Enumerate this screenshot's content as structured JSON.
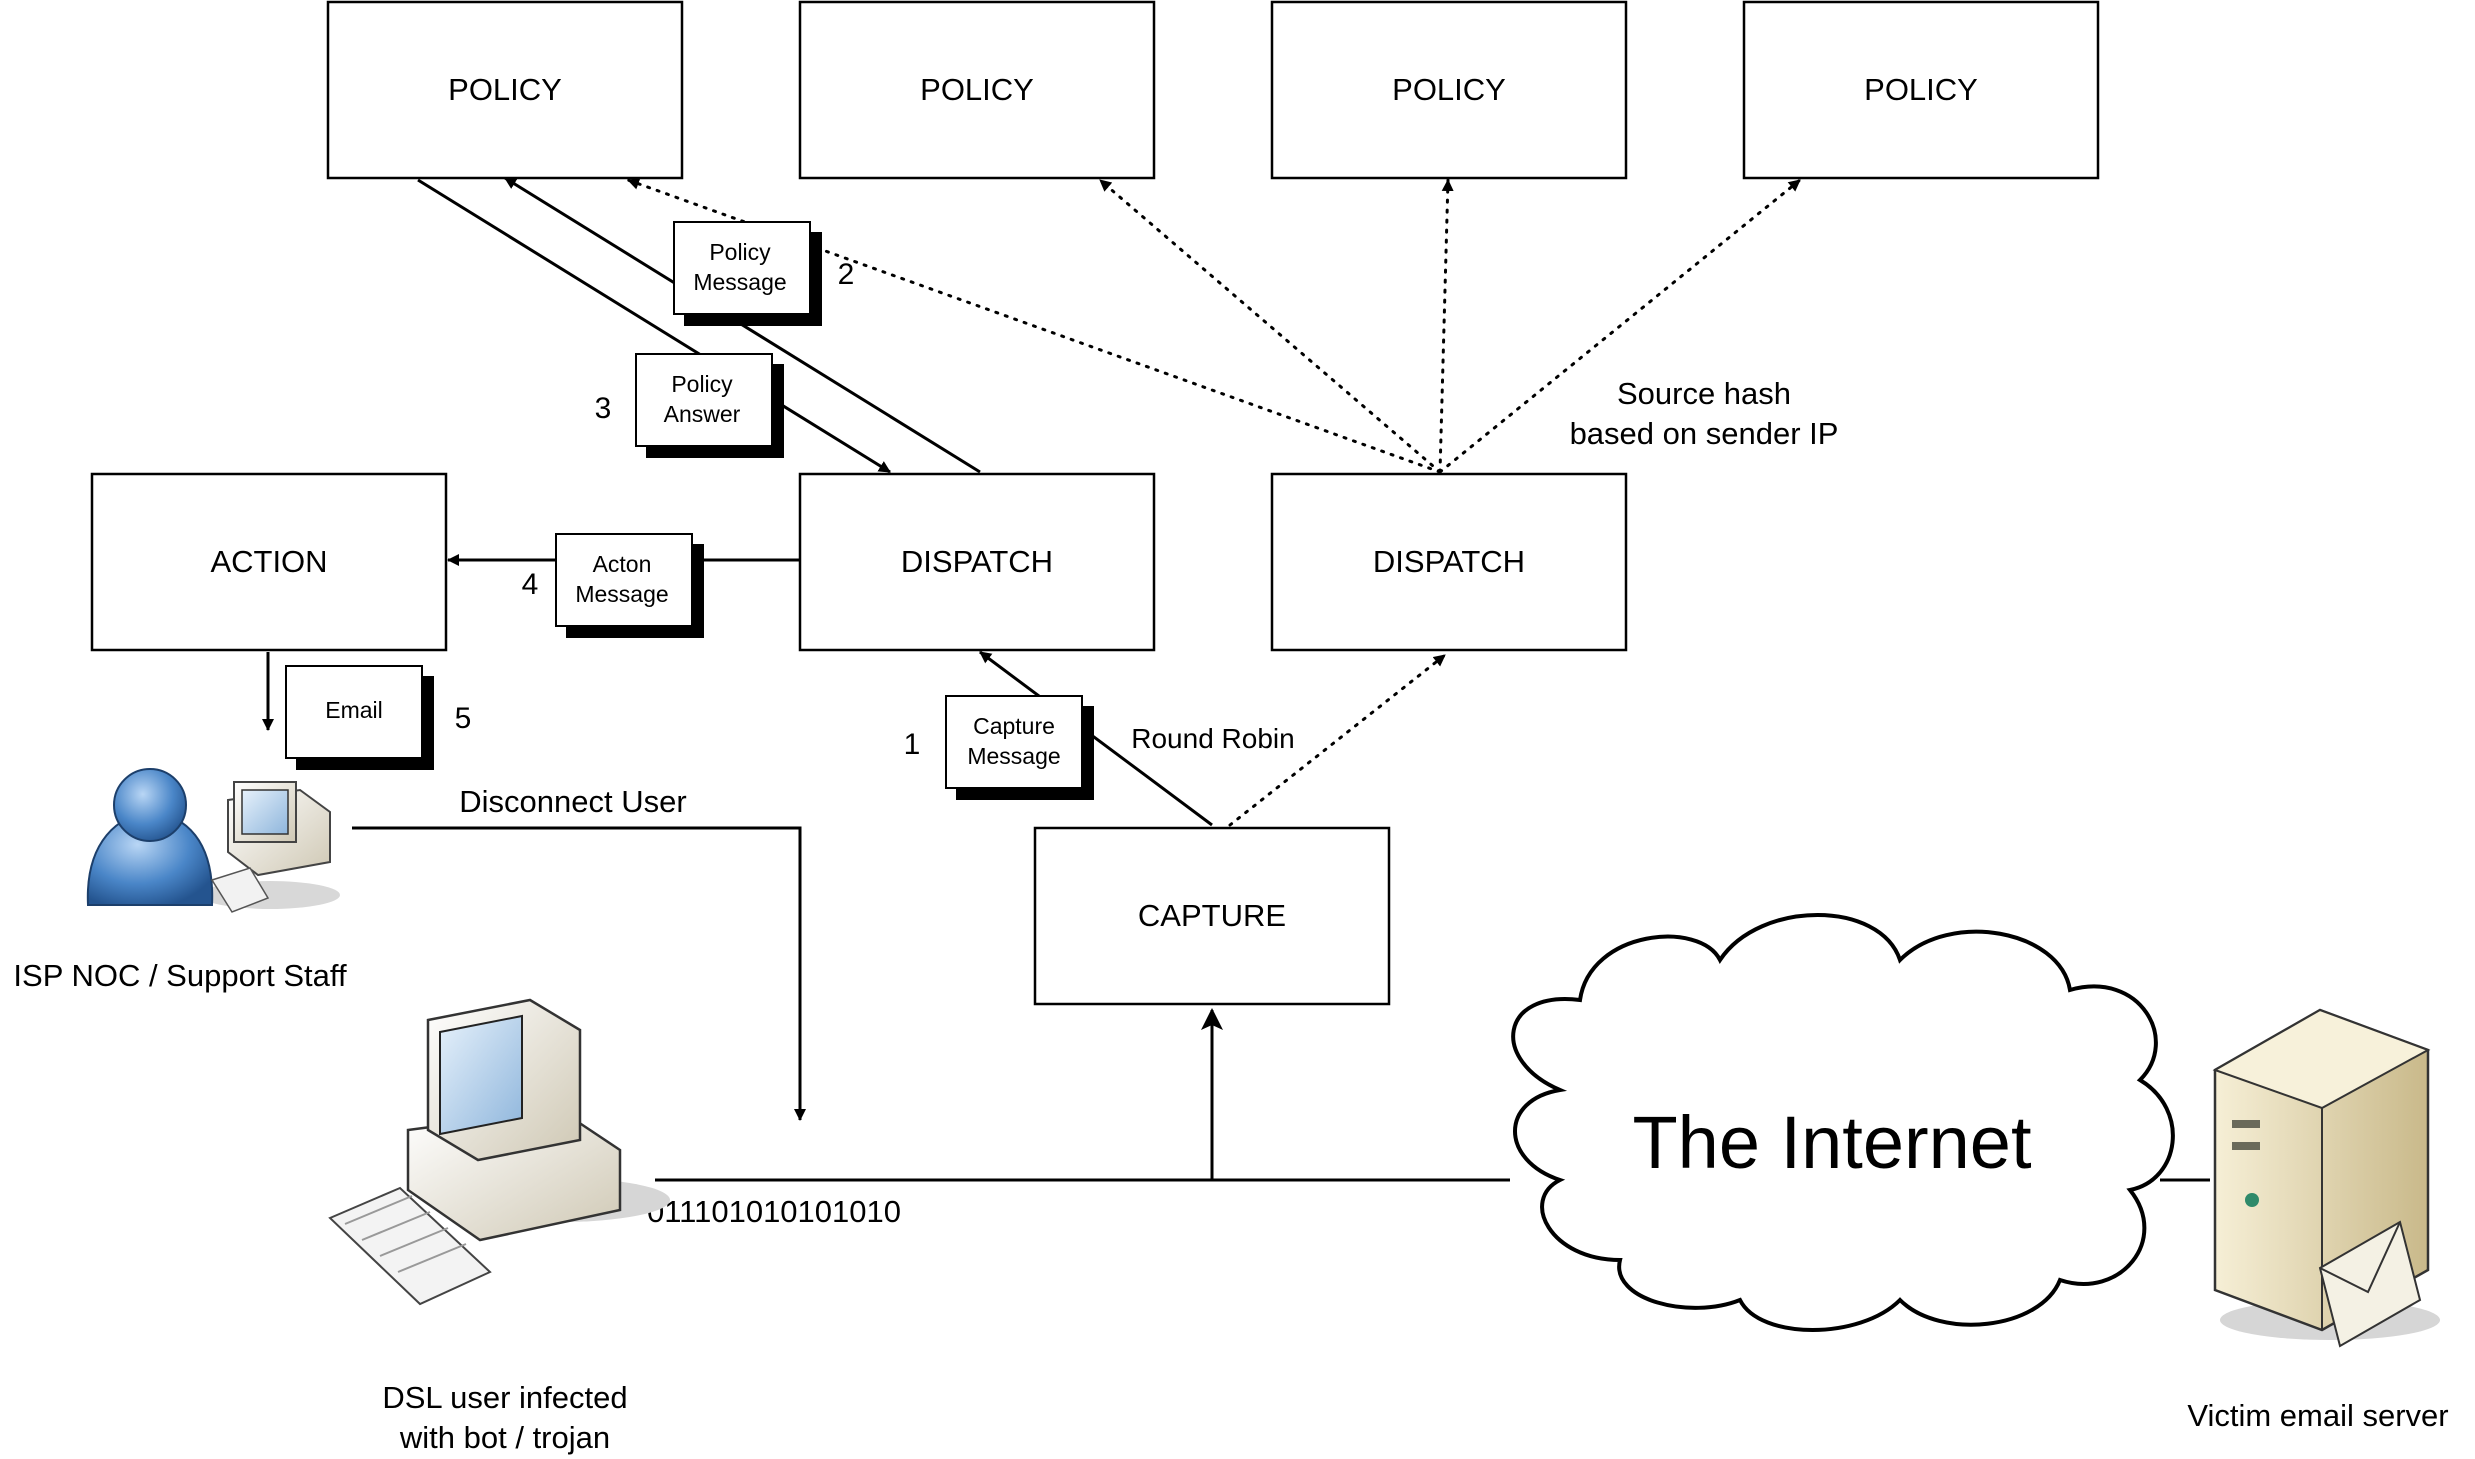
{
  "colors": {
    "line": "#000000",
    "box_fill": "#ffffff",
    "person_blue": "#4a86c8",
    "computer_beige": "#e8e2cf",
    "server_tan": "#e4d8b0"
  },
  "boxes": {
    "policy1": "POLICY",
    "policy2": "POLICY",
    "policy3": "POLICY",
    "policy4": "POLICY",
    "action": "ACTION",
    "dispatch1": "DISPATCH",
    "dispatch2": "DISPATCH",
    "capture": "CAPTURE"
  },
  "messages": {
    "policy_message": [
      "Policy",
      "Message"
    ],
    "policy_answer": [
      "Policy",
      "Answer"
    ],
    "action_message": [
      "Acton",
      "Message"
    ],
    "email": "Email",
    "capture_message": [
      "Capture",
      "Message"
    ]
  },
  "steps": {
    "s1": "1",
    "s2": "2",
    "s3": "3",
    "s4": "4",
    "s5": "5"
  },
  "labels": {
    "source_hash": [
      "Source hash",
      "based on sender IP"
    ],
    "round_robin": "Round Robin",
    "disconnect_user": "Disconnect User",
    "isp_staff": "ISP NOC / Support Staff",
    "binary": "011101010101010",
    "dsl_user": [
      "DSL user infected",
      "with bot / trojan"
    ],
    "internet": "The Internet",
    "victim": "Victim email server"
  },
  "icons": [
    "person-icon",
    "desktop-computer-icon",
    "server-icon",
    "envelope-icon",
    "cloud-icon"
  ]
}
